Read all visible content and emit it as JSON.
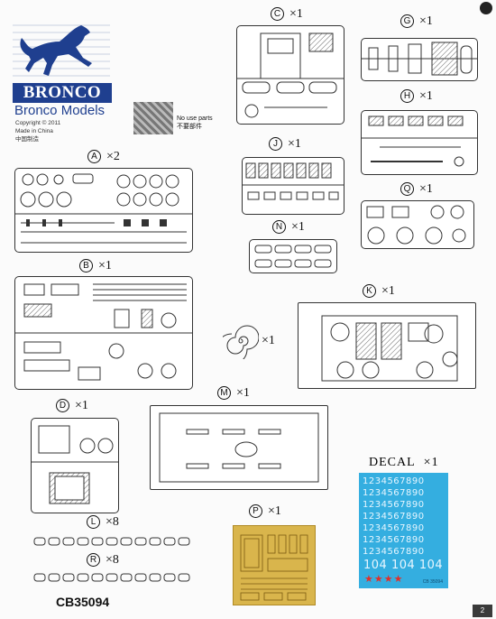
{
  "brand": {
    "name": "BRONCO",
    "subtitle": "Bronco Models",
    "copyright": "Copyright © 2011",
    "made_in": "Made in China",
    "made_in_cn": "中国制造",
    "color": "#1f3f8f"
  },
  "legend": {
    "no_use_en": "No use parts",
    "no_use_cn": "不要部件"
  },
  "sprues": {
    "A": {
      "letter": "A",
      "qty": "×2"
    },
    "B": {
      "letter": "B",
      "qty": "×1"
    },
    "C": {
      "letter": "C",
      "qty": "×1"
    },
    "D": {
      "letter": "D",
      "qty": "×1"
    },
    "G": {
      "letter": "G",
      "qty": "×1"
    },
    "H": {
      "letter": "H",
      "qty": "×1"
    },
    "J": {
      "letter": "J",
      "qty": "×1"
    },
    "K": {
      "letter": "K",
      "qty": "×1"
    },
    "L": {
      "letter": "L",
      "qty": "×8"
    },
    "M": {
      "letter": "M",
      "qty": "×1"
    },
    "N": {
      "letter": "N",
      "qty": "×1"
    },
    "P": {
      "letter": "P",
      "qty": "×1"
    },
    "Q": {
      "letter": "Q",
      "qty": "×1"
    },
    "R": {
      "letter": "R",
      "qty": "×8"
    }
  },
  "spring_qty": "×1",
  "decal": {
    "title": "DECAL",
    "qty": "×1",
    "rows": [
      "1234567890",
      "1234567890",
      "1234567890",
      "1234567890",
      "1234567890",
      "1234567890",
      "1234567890"
    ],
    "big": "104 104 104",
    "stars": "★★★★",
    "code": "CB 35094",
    "color": "#34aee0"
  },
  "kit_code": "CB35094",
  "page_number": "2"
}
